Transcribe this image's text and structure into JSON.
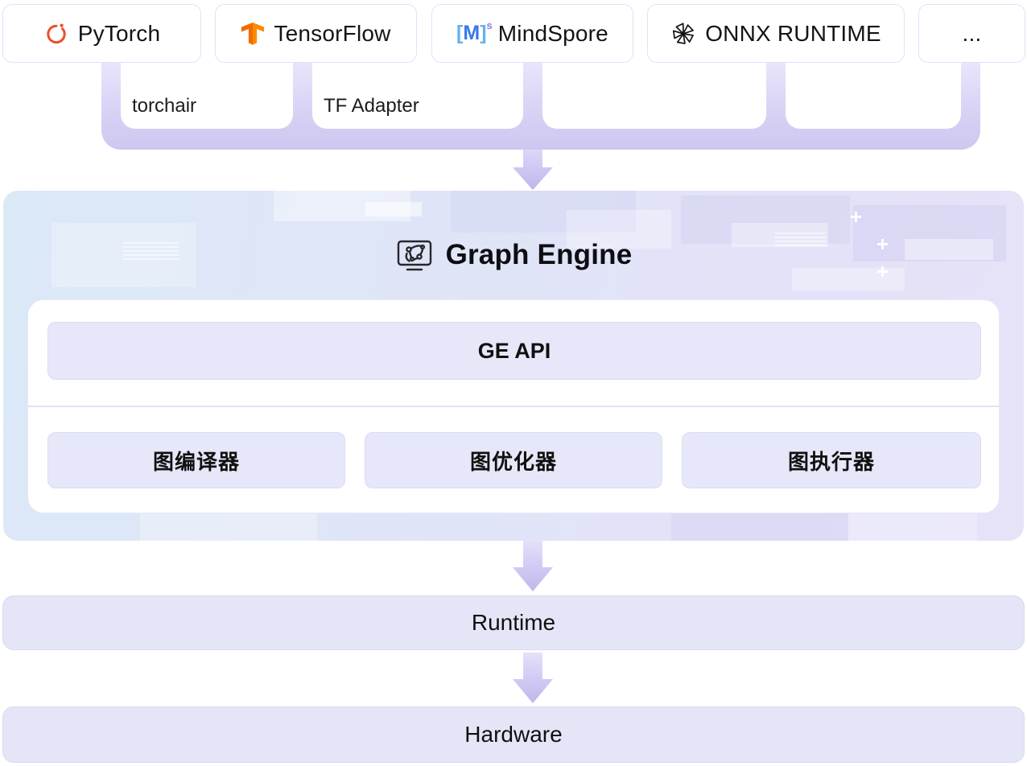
{
  "frameworks": [
    {
      "label": "PyTorch",
      "icon": "pytorch-flame-icon"
    },
    {
      "label": "TensorFlow",
      "icon": "tensorflow-icon"
    },
    {
      "label": "MindSpore",
      "icon": "mindspore-bracket-icon"
    },
    {
      "label": "ONNX RUNTIME",
      "icon": "onnx-pinwheel-icon"
    },
    {
      "label": "..."
    }
  ],
  "mindspore_logo": {
    "left_bracket": "[",
    "letter": "M",
    "right_bracket": "]",
    "superscript": "s"
  },
  "adapters": {
    "pytorch": "torchair",
    "tensorflow": "TF Adapter"
  },
  "graph_engine": {
    "title": "Graph Engine",
    "icon": "graph-monitor-icon",
    "api_bar": "GE API",
    "modules": [
      {
        "label": "图编译器"
      },
      {
        "label": "图优化器"
      },
      {
        "label": "图执行器"
      }
    ]
  },
  "layers": {
    "runtime": "Runtime",
    "hardware": "Hardware"
  },
  "colors": {
    "pytorch_orange": "#ee4c2c",
    "tensorflow_orange": "#ff8a00",
    "tensorflow_orange_dark": "#f26c00",
    "mindspore_blue": "#3b78e8",
    "mindspore_light_blue": "#62b2ee",
    "mindspore_purple": "#8a7bf0",
    "connector_purple": "#d6d0f3",
    "arrow_purple": "#c5bcf0",
    "panel_fill": "#e7e7fa",
    "panel_border": "#dbddf6",
    "framework_box_border": "#e0e1fa",
    "ge_bg_left": "#dbe9f7",
    "ge_bg_right": "#e6e3f9",
    "text_dark": "#111111"
  }
}
